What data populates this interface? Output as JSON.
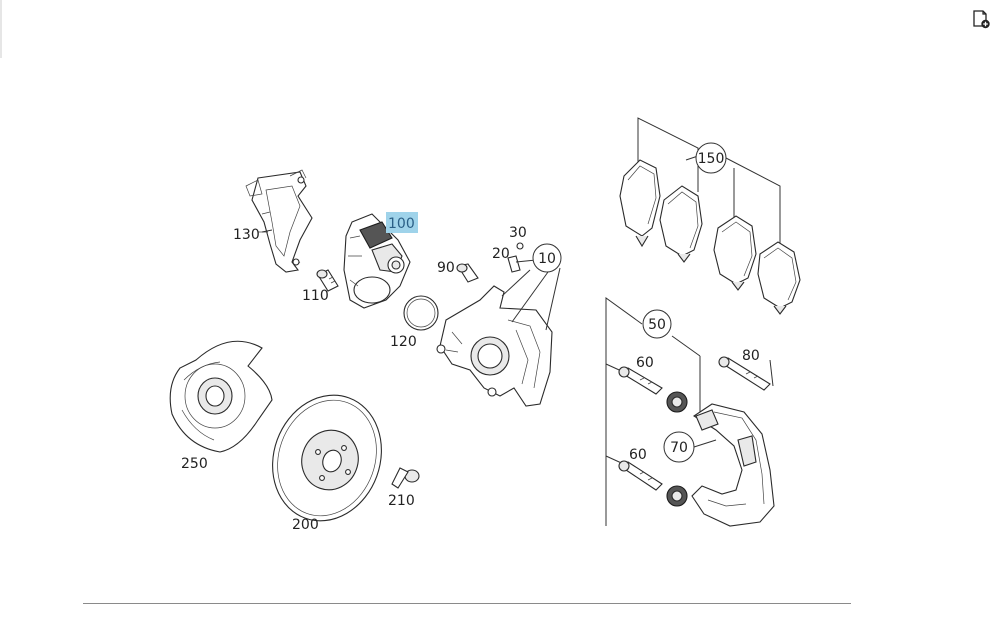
{
  "callouts": {
    "c10": "10",
    "c20": "20",
    "c30": "30",
    "c50": "50",
    "c60a": "60",
    "c60b": "60",
    "c70": "70",
    "c80": "80",
    "c90": "90",
    "c100": "100",
    "c110": "110",
    "c120": "120",
    "c130": "130",
    "c150": "150",
    "c200": "200",
    "c210": "210",
    "c250": "250"
  },
  "highlight": {
    "callout": "100",
    "color": "#9fd3ea"
  },
  "toolbar": {
    "icon": "document-add-icon"
  }
}
